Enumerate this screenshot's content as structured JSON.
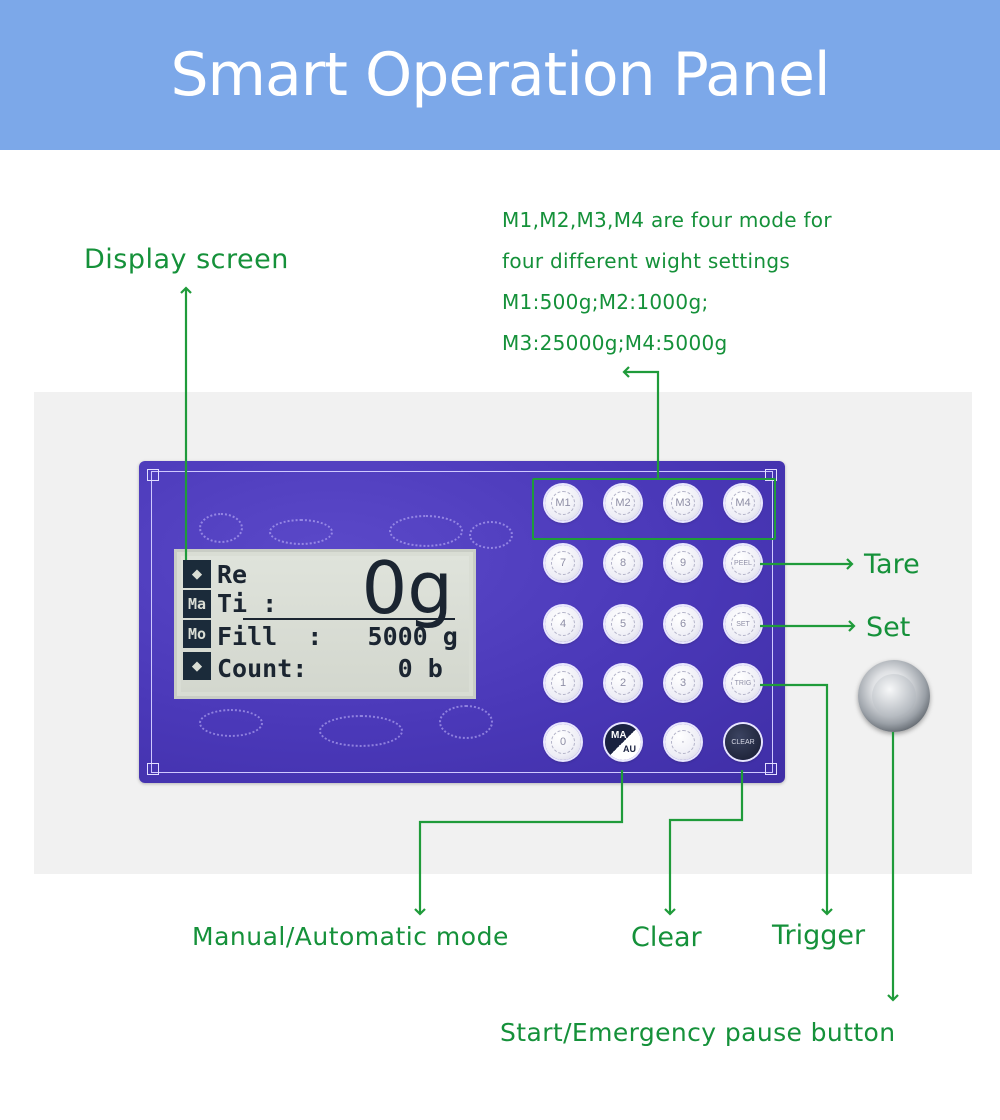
{
  "banner": {
    "title": "Smart Operation Panel"
  },
  "lcd": {
    "badges": [
      "Ma",
      "Mo"
    ],
    "row1_label": "Re",
    "row2_label": "Ti :",
    "weight_value": "0g",
    "fill_line": "Fill  :   5000 g",
    "count_line": "Count:      0 b"
  },
  "keys": {
    "m1": "M1",
    "m2": "M2",
    "m3": "M3",
    "m4": "M4",
    "k7": "7",
    "k8": "8",
    "k9": "9",
    "peel": "PEEL",
    "k4": "4",
    "k5": "5",
    "k6": "6",
    "set": "SET",
    "k1": "1",
    "k2": "2",
    "k3": "3",
    "trig": "TRIG",
    "k0": "0",
    "ma_top": "MA",
    "ma_bottom": "AU",
    "dot": "·",
    "clear": "CLEAR"
  },
  "labels": {
    "display_screen": "Display screen",
    "mode_line1": "M1,M2,M3,M4 are four mode for",
    "mode_line2": "four different wight settings",
    "mode_line3": "M1:500g;M2:1000g;",
    "mode_line4": "M3:25000g;M4:5000g",
    "tare": "Tare",
    "set": "Set",
    "manual_auto": "Manual/Automatic mode",
    "clear": "Clear",
    "trigger": "Trigger",
    "start_pause": "Start/Emergency pause button"
  },
  "colors": {
    "banner": "#7ca8e9",
    "panel": "#4a38b8",
    "annotation": "#15913a"
  }
}
